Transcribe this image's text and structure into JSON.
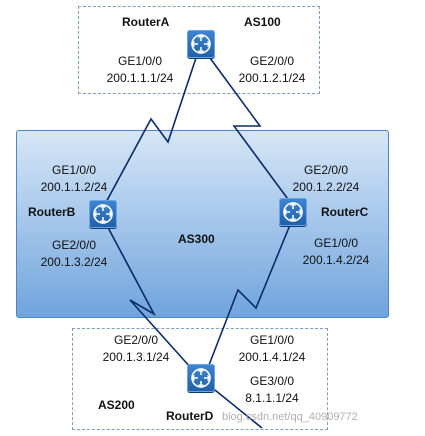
{
  "routers": {
    "a": {
      "name": "RouterA"
    },
    "b": {
      "name": "RouterB"
    },
    "c": {
      "name": "RouterC"
    },
    "d": {
      "name": "RouterD"
    }
  },
  "areas": {
    "as100": "AS100",
    "as300": "AS300",
    "as200": "AS200"
  },
  "interfaces": {
    "a_ge100": {
      "if": "GE1/0/0",
      "ip": "200.1.1.1/24"
    },
    "a_ge200": {
      "if": "GE2/0/0",
      "ip": "200.1.2.1/24"
    },
    "b_ge100": {
      "if": "GE1/0/0",
      "ip": "200.1.1.2/24"
    },
    "b_ge200": {
      "if": "GE2/0/0",
      "ip": "200.1.3.2/24"
    },
    "c_ge200": {
      "if": "GE2/0/0",
      "ip": "200.1.2.2/24"
    },
    "c_ge100": {
      "if": "GE1/0/0",
      "ip": "200.1.4.2/24"
    },
    "d_ge200": {
      "if": "GE2/0/0",
      "ip": "200.1.3.1/24"
    },
    "d_ge100": {
      "if": "GE1/0/0",
      "ip": "200.1.4.1/24"
    },
    "d_ge300": {
      "if": "GE3/0/0",
      "ip": "8.1.1.1/24"
    }
  },
  "watermark": "blog.csdn.net/qq_40909772",
  "colors": {
    "link": "#0a2a6a",
    "router": "#2a6cbf",
    "as300_fill": "#8db8e6"
  }
}
